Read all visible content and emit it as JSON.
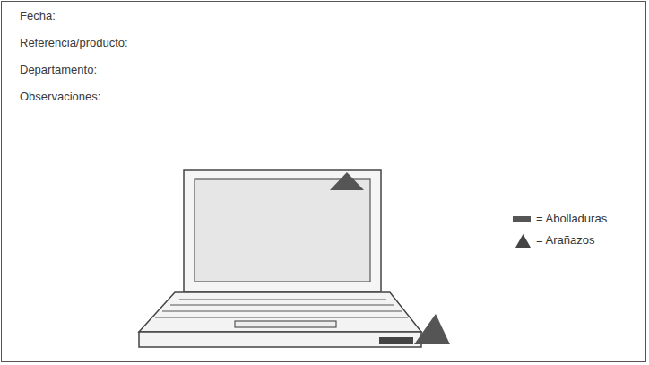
{
  "diagram": {
    "labels": [
      "Fecha:",
      "Referencia/producto:",
      "Departamento:",
      "Observaciones:"
    ],
    "legend": [
      {
        "text": "= Abolladuras",
        "color": "#555555"
      },
      {
        "text": "= Arañazos"
      }
    ]
  }
}
